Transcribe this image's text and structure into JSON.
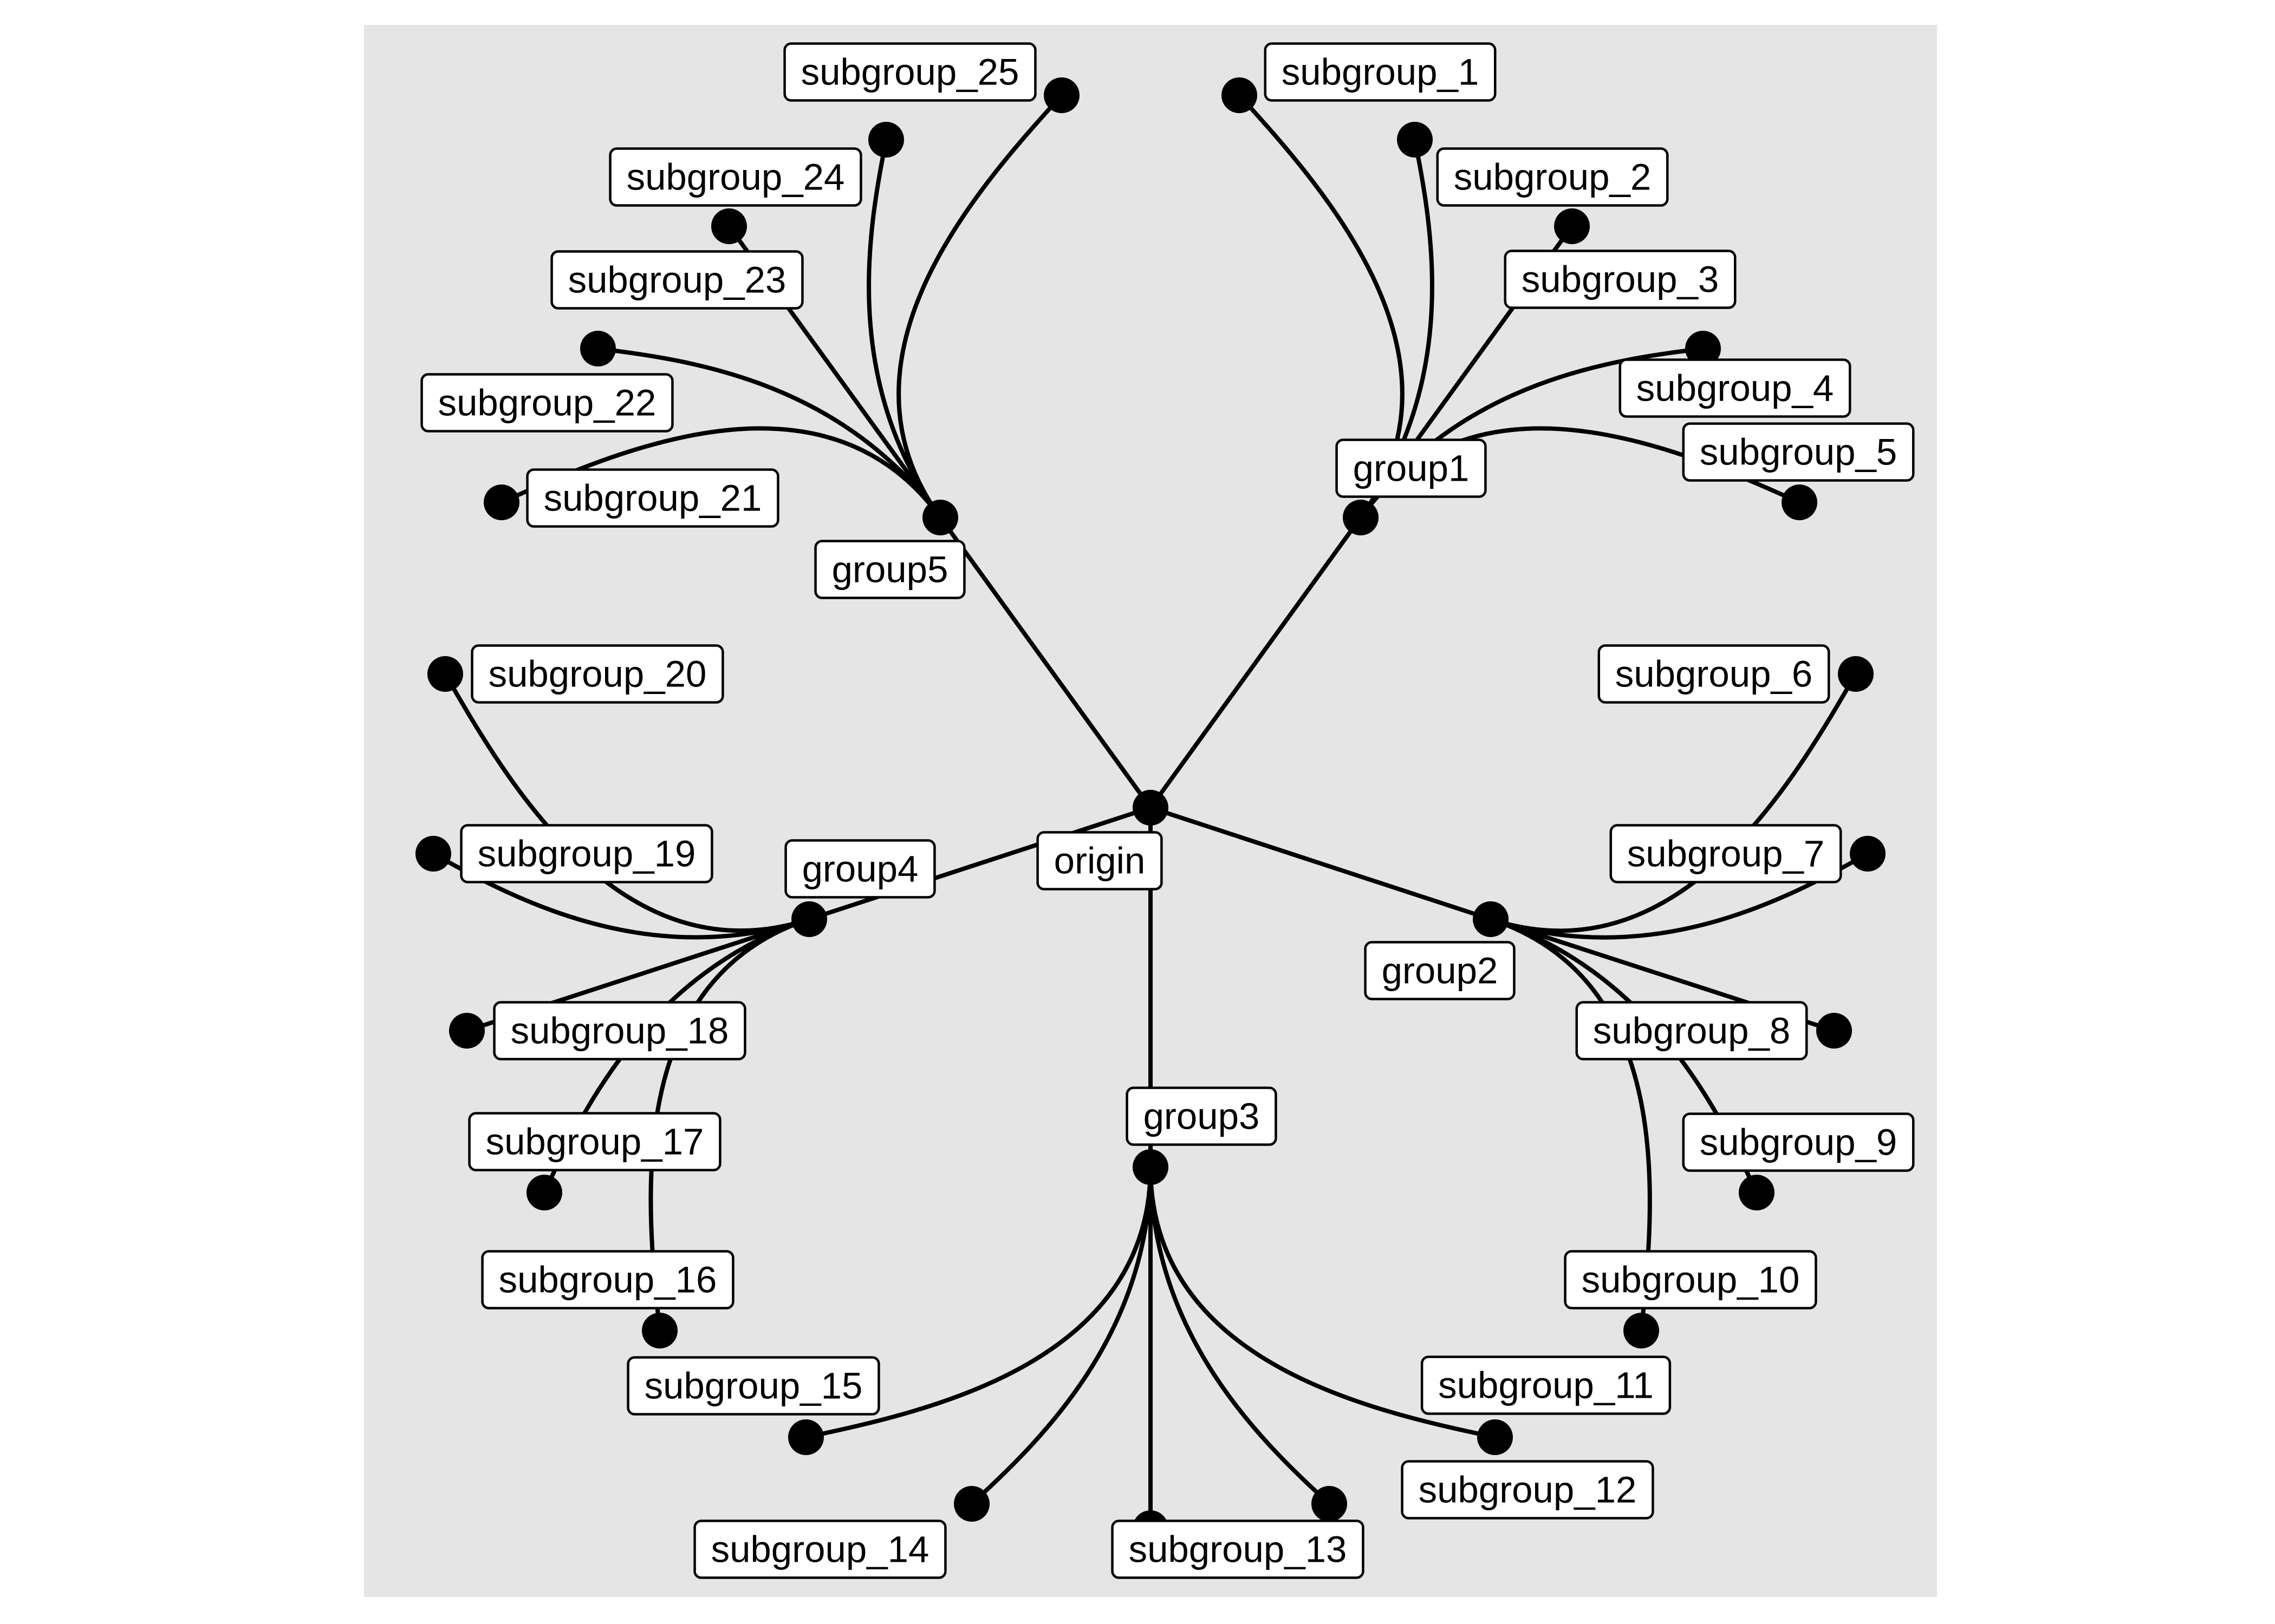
{
  "diagram": {
    "type": "dendrogram",
    "layout": "circular",
    "colors": {
      "panel_background": "#e5e5e5",
      "edge": "#000000",
      "node": "#000000",
      "label_fill": "#ffffff"
    },
    "root": "origin",
    "nodes": [
      {
        "id": "origin",
        "label": "origin"
      },
      {
        "id": "group1",
        "label": "group1"
      },
      {
        "id": "group2",
        "label": "group2"
      },
      {
        "id": "group3",
        "label": "group3"
      },
      {
        "id": "group4",
        "label": "group4"
      },
      {
        "id": "group5",
        "label": "group5"
      },
      {
        "id": "subgroup_1",
        "label": "subgroup_1"
      },
      {
        "id": "subgroup_2",
        "label": "subgroup_2"
      },
      {
        "id": "subgroup_3",
        "label": "subgroup_3"
      },
      {
        "id": "subgroup_4",
        "label": "subgroup_4"
      },
      {
        "id": "subgroup_5",
        "label": "subgroup_5"
      },
      {
        "id": "subgroup_6",
        "label": "subgroup_6"
      },
      {
        "id": "subgroup_7",
        "label": "subgroup_7"
      },
      {
        "id": "subgroup_8",
        "label": "subgroup_8"
      },
      {
        "id": "subgroup_9",
        "label": "subgroup_9"
      },
      {
        "id": "subgroup_10",
        "label": "subgroup_10"
      },
      {
        "id": "subgroup_11",
        "label": "subgroup_11"
      },
      {
        "id": "subgroup_12",
        "label": "subgroup_12"
      },
      {
        "id": "subgroup_13",
        "label": "subgroup_13"
      },
      {
        "id": "subgroup_14",
        "label": "subgroup_14"
      },
      {
        "id": "subgroup_15",
        "label": "subgroup_15"
      },
      {
        "id": "subgroup_16",
        "label": "subgroup_16"
      },
      {
        "id": "subgroup_17",
        "label": "subgroup_17"
      },
      {
        "id": "subgroup_18",
        "label": "subgroup_18"
      },
      {
        "id": "subgroup_19",
        "label": "subgroup_19"
      },
      {
        "id": "subgroup_20",
        "label": "subgroup_20"
      },
      {
        "id": "subgroup_21",
        "label": "subgroup_21"
      },
      {
        "id": "subgroup_22",
        "label": "subgroup_22"
      },
      {
        "id": "subgroup_23",
        "label": "subgroup_23"
      },
      {
        "id": "subgroup_24",
        "label": "subgroup_24"
      },
      {
        "id": "subgroup_25",
        "label": "subgroup_25"
      }
    ],
    "edges": [
      {
        "from": "origin",
        "to": "group1"
      },
      {
        "from": "origin",
        "to": "group2"
      },
      {
        "from": "origin",
        "to": "group3"
      },
      {
        "from": "origin",
        "to": "group4"
      },
      {
        "from": "origin",
        "to": "group5"
      },
      {
        "from": "group1",
        "to": "subgroup_1"
      },
      {
        "from": "group1",
        "to": "subgroup_2"
      },
      {
        "from": "group1",
        "to": "subgroup_3"
      },
      {
        "from": "group1",
        "to": "subgroup_4"
      },
      {
        "from": "group1",
        "to": "subgroup_5"
      },
      {
        "from": "group2",
        "to": "subgroup_6"
      },
      {
        "from": "group2",
        "to": "subgroup_7"
      },
      {
        "from": "group2",
        "to": "subgroup_8"
      },
      {
        "from": "group2",
        "to": "subgroup_9"
      },
      {
        "from": "group2",
        "to": "subgroup_10"
      },
      {
        "from": "group3",
        "to": "subgroup_11"
      },
      {
        "from": "group3",
        "to": "subgroup_12"
      },
      {
        "from": "group3",
        "to": "subgroup_13"
      },
      {
        "from": "group3",
        "to": "subgroup_14"
      },
      {
        "from": "group3",
        "to": "subgroup_15"
      },
      {
        "from": "group4",
        "to": "subgroup_16"
      },
      {
        "from": "group4",
        "to": "subgroup_17"
      },
      {
        "from": "group4",
        "to": "subgroup_18"
      },
      {
        "from": "group4",
        "to": "subgroup_19"
      },
      {
        "from": "group4",
        "to": "subgroup_20"
      },
      {
        "from": "group5",
        "to": "subgroup_21"
      },
      {
        "from": "group5",
        "to": "subgroup_22"
      },
      {
        "from": "group5",
        "to": "subgroup_23"
      },
      {
        "from": "group5",
        "to": "subgroup_24"
      },
      {
        "from": "group5",
        "to": "subgroup_25"
      }
    ]
  }
}
